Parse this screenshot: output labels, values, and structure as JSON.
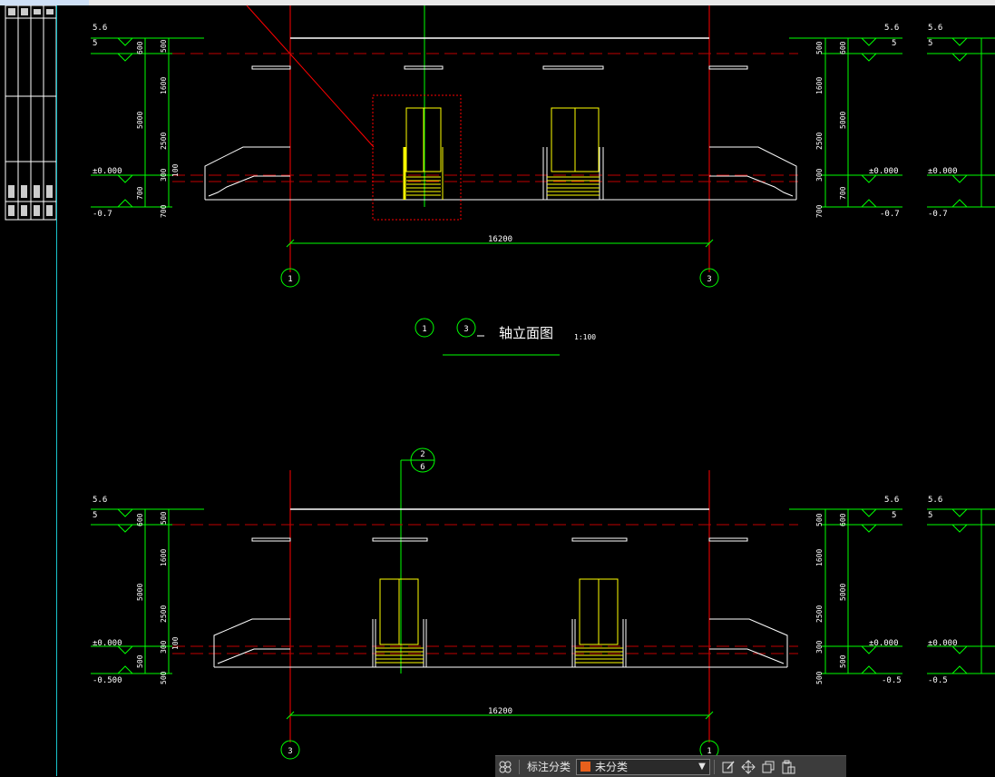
{
  "drawing": {
    "title": "轴立面图",
    "scale": "1:100",
    "axis_upper_left": "1",
    "axis_upper_right": "3",
    "axis_lower_left": "3",
    "axis_lower_right": "1",
    "title_bubble_a": "1",
    "title_bubble_b": "3",
    "section_ref_top": "2",
    "section_ref_bottom": "6",
    "span_dimension": "16200",
    "upper": {
      "level_roof": "5.6",
      "level_eave": "5",
      "level_ground": "±0.000",
      "level_base": "-0.7",
      "dims": [
        "600",
        "500",
        "1600",
        "5000",
        "2500",
        "300",
        "100",
        "700",
        "700"
      ]
    },
    "lower": {
      "level_roof": "5.6",
      "level_eave": "5",
      "level_ground": "±0.000",
      "level_base": "-0.500",
      "level_base_right": "-0.5",
      "dims": [
        "600",
        "500",
        "1600",
        "5000",
        "2500",
        "300",
        "100",
        "500",
        "500"
      ]
    },
    "right_upper": {
      "level_roof": "5.6",
      "level_eave": "5",
      "level_ground": "±0.000",
      "level_base": "-0.7"
    }
  },
  "toolbar": {
    "category_label": "标注分类",
    "category_value": "未分类",
    "category_color": "#e8601c"
  },
  "colors": {
    "dimension": "#00ff00",
    "axis": "#ff0000",
    "outline": "#ffffff",
    "door": "#ffff00"
  }
}
